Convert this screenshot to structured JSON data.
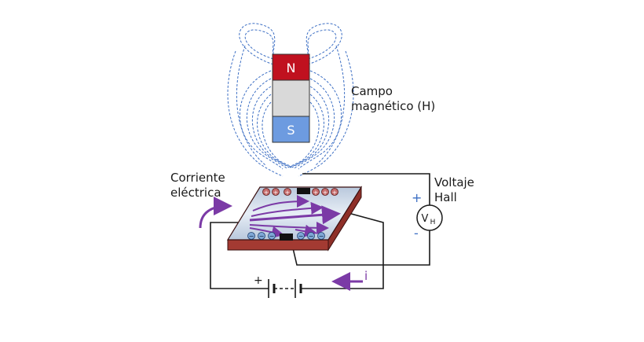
{
  "magnet": {
    "north_label": "N",
    "south_label": "S",
    "north_color": "#c0111f",
    "middle_color": "#d9d9d9",
    "south_color": "#6d9be0",
    "field_line_color": "#3d6fc4"
  },
  "labels": {
    "field_line1": "Campo",
    "field_line2": "magnético (H)",
    "current_line1": "Corriente",
    "current_line2": "eléctrica",
    "hall_line1": "Voltaje",
    "hall_line2": "Hall",
    "plus": "+",
    "minus": "-",
    "battery_plus": "+",
    "current_symbol": "i"
  },
  "voltmeter": {
    "symbol": "V",
    "subscript": "H"
  },
  "charges": {
    "positive": "+",
    "negative": "−"
  },
  "colors": {
    "accent_purple": "#7b3aa6",
    "sign_blue": "#3d6fc4",
    "plate_edge": "#a33a32",
    "wire": "#1a1a1a"
  }
}
